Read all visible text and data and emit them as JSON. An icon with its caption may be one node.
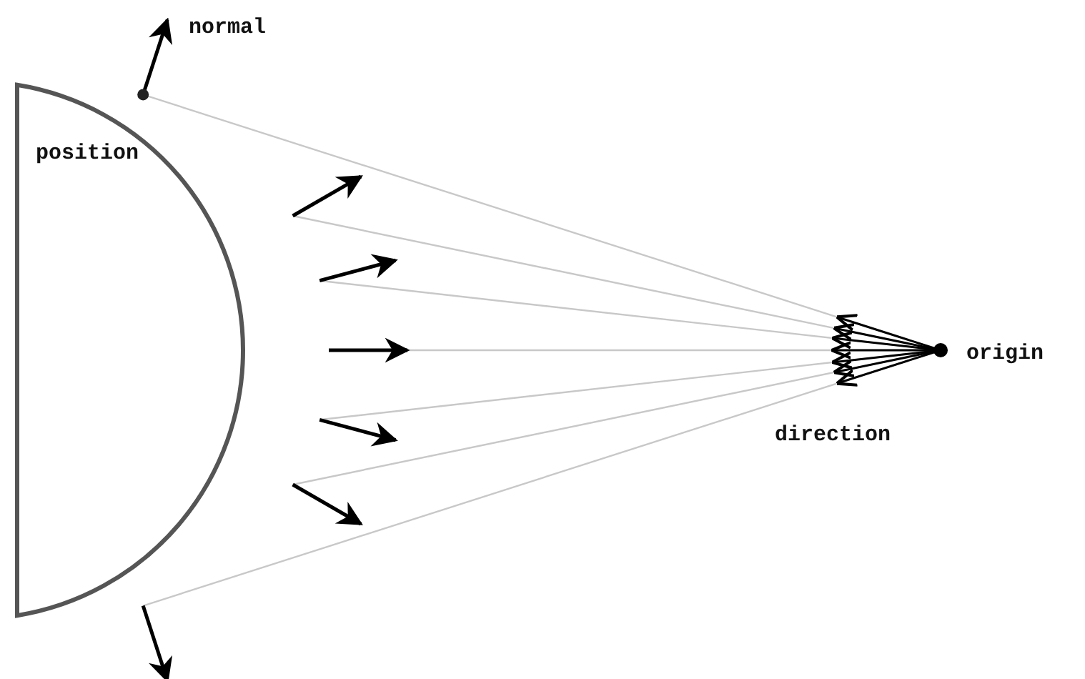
{
  "diagram": {
    "labels": [
      "normal",
      "position",
      "direction",
      "origin"
    ]
  }
}
